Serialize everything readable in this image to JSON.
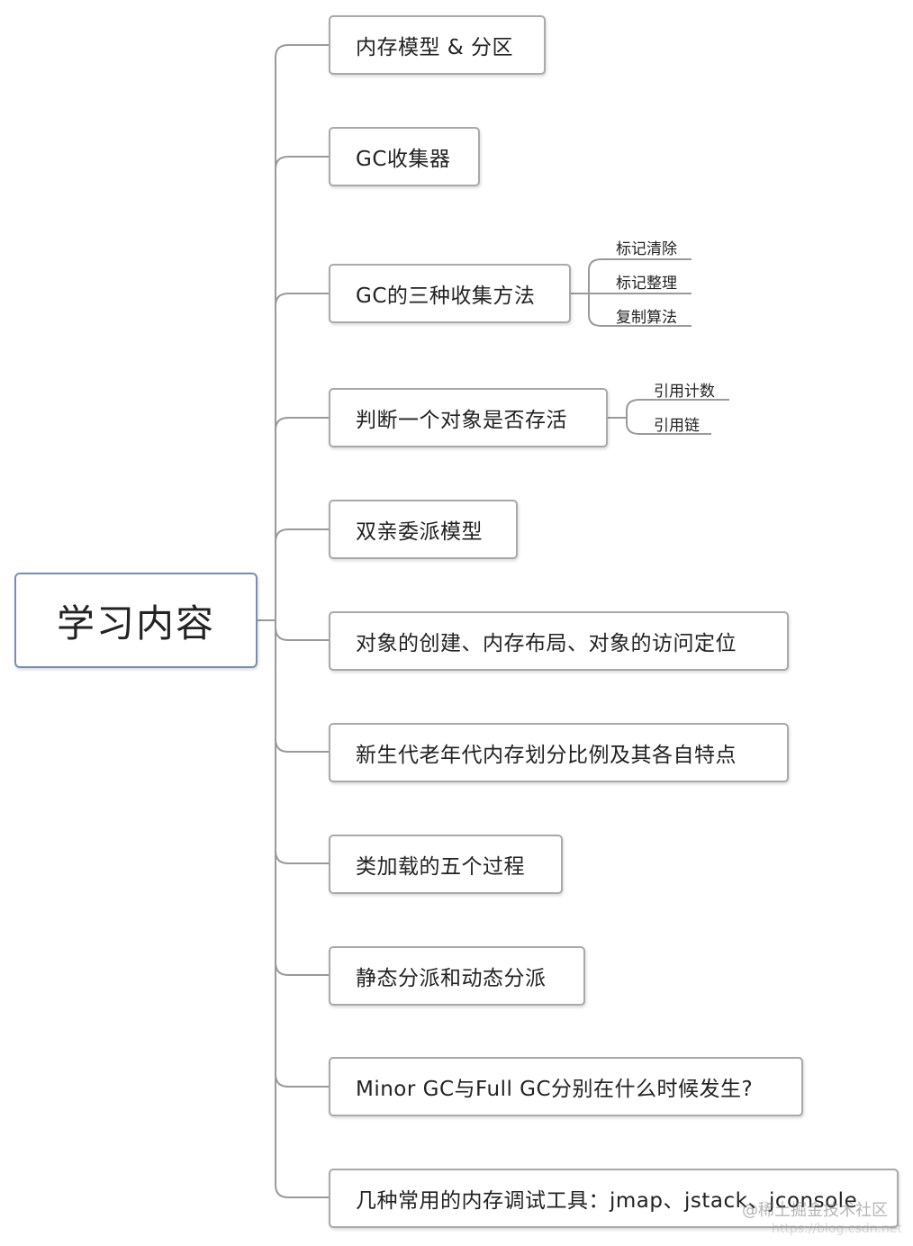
{
  "root": {
    "label": "学习内容"
  },
  "branches": [
    {
      "label": "内存模型 & 分区"
    },
    {
      "label": "GC收集器"
    },
    {
      "label": "GC的三种收集方法",
      "children": [
        "标记清除",
        "标记整理",
        "复制算法"
      ]
    },
    {
      "label": "判断一个对象是否存活",
      "children": [
        "引用计数",
        "引用链"
      ]
    },
    {
      "label": "双亲委派模型"
    },
    {
      "label": "对象的创建、内存布局、对象的访问定位"
    },
    {
      "label": "新生代老年代内存划分比例及其各自特点"
    },
    {
      "label": "类加载的五个过程"
    },
    {
      "label": "静态分派和动态分派"
    },
    {
      "label": "Minor GC与Full GC分别在什么时候发生?"
    },
    {
      "label": "几种常用的内存调试工具：jmap、jstack、jconsole"
    }
  ],
  "watermark": {
    "text": "@稀土掘金技术社区",
    "url_text": "https://blog.csdn.net"
  }
}
